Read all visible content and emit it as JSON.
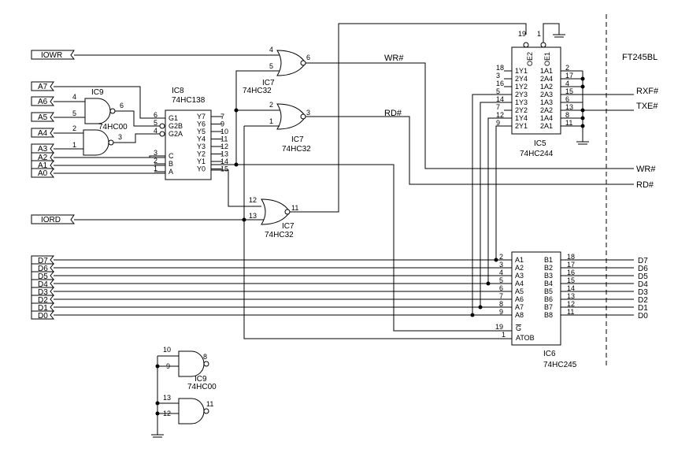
{
  "connector": {
    "label": "FT245BL"
  },
  "inputs": {
    "iowr": "IOWR",
    "iord": "IORD",
    "a7": "A7",
    "a6": "A6",
    "a5": "A5",
    "a4": "A4",
    "a3": "A3",
    "a2": "A2",
    "a1": "A1",
    "a0": "A0",
    "d": [
      "D7",
      "D6",
      "D5",
      "D4",
      "D3",
      "D2",
      "D1",
      "D0"
    ]
  },
  "outputs": {
    "rxf": "RXF#",
    "txe": "TXE#",
    "wr": "WR#",
    "rd": "RD#",
    "d": [
      "D7",
      "D6",
      "D5",
      "D4",
      "D3",
      "D2",
      "D1",
      "D0"
    ]
  },
  "nets": {
    "wr": "WR#",
    "rd": "RD#"
  },
  "ic9": {
    "name": "IC9",
    "type": "74HC00",
    "g1": {
      "a": "4",
      "b": "5",
      "y": "6"
    },
    "g2": {
      "a": "2",
      "b": "1",
      "y": "3"
    },
    "g3": {
      "a": "10",
      "b": "9",
      "y": "8"
    },
    "g4": {
      "a": "13",
      "b": "12",
      "y": "11"
    }
  },
  "ic8": {
    "name": "IC8",
    "type": "74HC138",
    "left": [
      {
        "label": "G1",
        "pin": "6"
      },
      {
        "label": "G2B",
        "pin": "5"
      },
      {
        "label": "G2A",
        "pin": "4"
      },
      {
        "label": "C",
        "pin": "3"
      },
      {
        "label": "B",
        "pin": "2"
      },
      {
        "label": "A",
        "pin": "1"
      }
    ],
    "right": [
      {
        "label": "Y7",
        "pin": "7"
      },
      {
        "label": "Y6",
        "pin": "9"
      },
      {
        "label": "Y5",
        "pin": "10"
      },
      {
        "label": "Y4",
        "pin": "11"
      },
      {
        "label": "Y3",
        "pin": "12"
      },
      {
        "label": "Y2",
        "pin": "13"
      },
      {
        "label": "Y1",
        "pin": "14"
      },
      {
        "label": "Y0",
        "pin": "15"
      }
    ]
  },
  "ic7": {
    "name": "IC7",
    "type": "74HC32",
    "g1": {
      "a": "4",
      "b": "5",
      "y": "6"
    },
    "g2": {
      "a": "2",
      "b": "1",
      "y": "3"
    },
    "g3": {
      "a": "12",
      "b": "13",
      "y": "11"
    }
  },
  "ic5": {
    "name": "IC5",
    "type": "74HC244",
    "top": [
      {
        "label": "OE2",
        "pin": "19"
      },
      {
        "label": "OE1",
        "pin": "1"
      }
    ],
    "left": [
      {
        "label": "1Y1",
        "pin": "18"
      },
      {
        "label": "2Y4",
        "pin": "3"
      },
      {
        "label": "1Y2",
        "pin": "16"
      },
      {
        "label": "2Y3",
        "pin": "5"
      },
      {
        "label": "1Y3",
        "pin": "14"
      },
      {
        "label": "2Y2",
        "pin": "7"
      },
      {
        "label": "1Y4",
        "pin": "12"
      },
      {
        "label": "2Y1",
        "pin": "9"
      }
    ],
    "right": [
      {
        "label": "1A1",
        "pin": "2"
      },
      {
        "label": "2A4",
        "pin": "17"
      },
      {
        "label": "1A2",
        "pin": "4"
      },
      {
        "label": "2A3",
        "pin": "15"
      },
      {
        "label": "1A3",
        "pin": "6"
      },
      {
        "label": "2A2",
        "pin": "13"
      },
      {
        "label": "1A4",
        "pin": "8"
      },
      {
        "label": "2A1",
        "pin": "11"
      }
    ]
  },
  "ic6": {
    "name": "IC6",
    "type": "74HC245",
    "left": [
      {
        "label": "A1",
        "pin": "2"
      },
      {
        "label": "A2",
        "pin": "3"
      },
      {
        "label": "A3",
        "pin": "4"
      },
      {
        "label": "A4",
        "pin": "5"
      },
      {
        "label": "A5",
        "pin": "6"
      },
      {
        "label": "A6",
        "pin": "7"
      },
      {
        "label": "A7",
        "pin": "8"
      },
      {
        "label": "A8",
        "pin": "9"
      }
    ],
    "right": [
      {
        "label": "B1",
        "pin": "18"
      },
      {
        "label": "B2",
        "pin": "17"
      },
      {
        "label": "B3",
        "pin": "16"
      },
      {
        "label": "B4",
        "pin": "15"
      },
      {
        "label": "B5",
        "pin": "14"
      },
      {
        "label": "B6",
        "pin": "13"
      },
      {
        "label": "B7",
        "pin": "12"
      },
      {
        "label": "B8",
        "pin": "11"
      }
    ],
    "ctrl": [
      {
        "label": "G",
        "pin": "19"
      },
      {
        "label": "ATOB",
        "pin": "1"
      }
    ]
  }
}
